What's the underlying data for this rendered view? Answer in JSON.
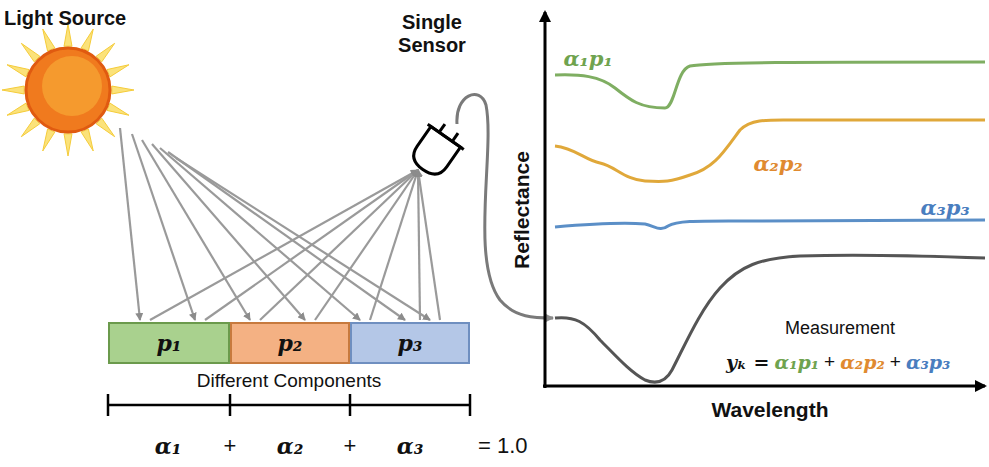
{
  "diagram": {
    "nodes": [
      {
        "text": [
          "p₁"
        ]
      },
      {
        "text": [
          "p₂"
        ]
      },
      {
        "text": [
          "p₃"
        ]
      }
    ],
    "labels": [
      "Light Source",
      "Single Sensor",
      "Different Components",
      "α₁",
      "+",
      "α₂",
      "+",
      "α₃",
      "= 1.0",
      "Reflectance",
      "Wavelength",
      "α₁p₁",
      "α₂p₂",
      "α₃p₃",
      "Measurement",
      "yₖ =",
      "α₁p₁",
      "+",
      "α₂p₂",
      "+",
      "α₃p₃"
    ]
  }
}
